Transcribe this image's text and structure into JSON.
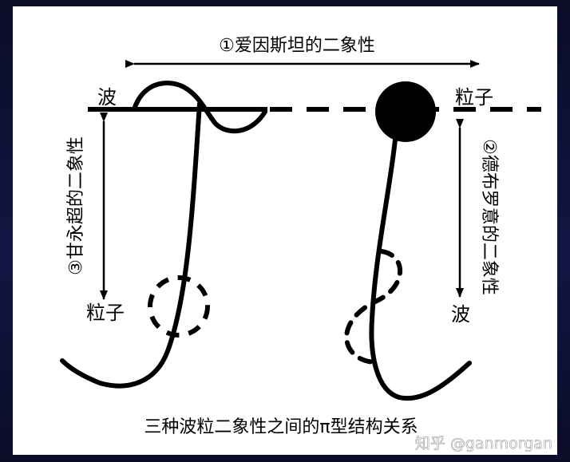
{
  "labels": {
    "einstein": "①爱因斯坦的二象性",
    "wave_top_left": "波",
    "particle_top_right": "粒子",
    "gan_vertical": "③甘永超的二象性",
    "particle_bottom_left": "粒子",
    "debroglie_vertical": "②德布罗意的二象性",
    "wave_bottom_right": "波",
    "caption": "三种波粒二象性之间的π型结构关系",
    "watermark": "知乎 @ganmorgan"
  },
  "colors": {
    "background": "#0b0d2a",
    "panel": "#ffffff",
    "ink": "#000000"
  }
}
